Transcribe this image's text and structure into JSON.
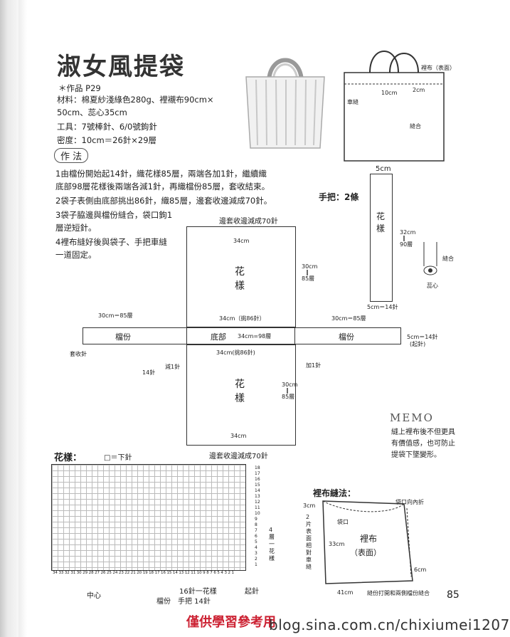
{
  "title": "淑女風提袋",
  "work": "＊作品 P29",
  "materials_1": "材料：棉夏紗淺綠色280g、裡襯布90cm×",
  "materials_2": "50cm、蕊心35cm",
  "tools": "工具：7號棒針、6/0號鉤針",
  "gauge": "密度：10cm＝26針×29層",
  "method_title": "作 法",
  "steps": [
    "1由檔份開始起14針，織花樣85層，兩端各加1針，繼續織",
    "底部98層花樣後兩端各減1針，再織檔份85層，套收結束。",
    "2袋子表側由底部挑出86針，織85層，邊套收邊減成70針。",
    "3袋子脇邊與檔份縫合，袋口鉤1",
    "層逆短針。",
    "4裡布縫好後與袋子、手把車縫",
    "一道固定。"
  ],
  "lining": {
    "top": "裡布（表面）",
    "top_w": "10cm",
    "edge": "2cm",
    "seam_l": "車縫",
    "seam_r": "縫合"
  },
  "handle": {
    "title": "手把：2條",
    "width": "5cm",
    "label": "花樣",
    "len1": "32cm",
    "len2": "‖",
    "len3": "90層",
    "bottom": "5cm＝14針",
    "sew": "縫合",
    "core": "蕊心"
  },
  "diagram": {
    "top_note": "邊套收邊減成70針",
    "bottom_note": "邊套收邊減成70針",
    "w_top": "34cm",
    "h1": "30cm",
    "h2": "‖",
    "h3": "85層",
    "pattern": "花樣",
    "pick": "34cm（挑86針）",
    "pick2": "34cm(挑86針)",
    "gusset_l": "30cm＝85層",
    "gusset_r": "30cm＝85層",
    "gusset": "檔份",
    "base": "底部",
    "base_len": "34cm=98層",
    "bind": "套收針",
    "cast": "14針",
    "dec": "減1針",
    "inc": "加1針",
    "side": "5cm＝14針",
    "cast_on": "(起針)",
    "w_bot": "34cm"
  },
  "memo": {
    "title": "MEMO",
    "text": [
      "縫上裡布後不但更具",
      "有價值感，也可防止",
      "提袋下墜變形。"
    ]
  },
  "chart": {
    "title": "花樣：",
    "legend": "□＝下針",
    "rows": [
      "18",
      "17",
      "16",
      "15",
      "14",
      "13",
      "12",
      "11",
      "10",
      "9",
      "8",
      "7",
      "6",
      "5",
      "4",
      "3",
      "2",
      "1"
    ],
    "cols": "34 33 32 31 30 29 28 27 26 25 24 23 22 21 20 19 18 17 16 15 14 13 12 11 10 9 8 7 6 5 4 3 2 1",
    "repeat_rows": "4層一花樣",
    "center": "中心",
    "repeat": "16針一花樣",
    "bottom": "檔份　手把 14針",
    "start": "起針"
  },
  "sewing": {
    "title": "裡布縫法：",
    "fold": "袋口向內折",
    "w": "3cm",
    "pocket": "袋口",
    "fabric1": "裡布",
    "fabric2": "（表面）",
    "h": "33cm",
    "side": "2片表面相對車縫",
    "corner": "6cm",
    "bottom_w": "41cm",
    "bottom_note": "縫份打開和兩側檔份縫合"
  },
  "page_no": "85",
  "stamp": "僅供學習參考用",
  "url": "blog.sina.com.cn/chixiumei1207"
}
